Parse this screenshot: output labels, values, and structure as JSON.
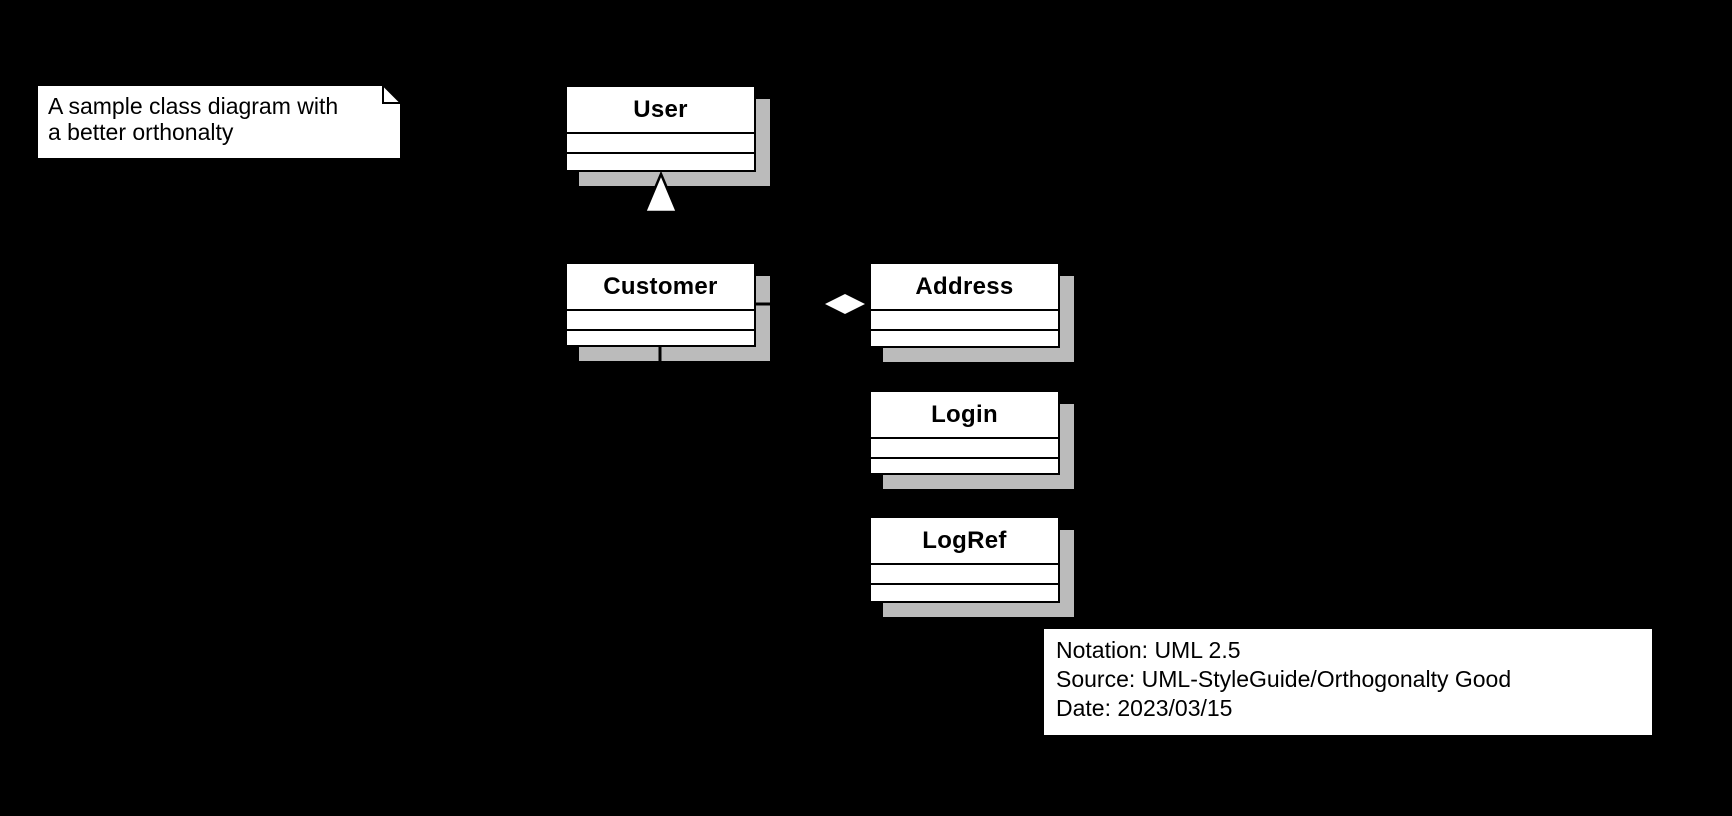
{
  "diagram": {
    "type": "uml-class-diagram",
    "note": {
      "line1": "A sample class diagram with",
      "line2": "a better orthonalty"
    },
    "classes": [
      {
        "name": "User"
      },
      {
        "name": "Customer"
      },
      {
        "name": "Address"
      },
      {
        "name": "Login"
      },
      {
        "name": "LogRef"
      }
    ],
    "relationships": [
      {
        "type": "generalization",
        "from": "Customer",
        "to": "User",
        "marker": "hollow-triangle"
      },
      {
        "type": "aggregation",
        "from": "Customer",
        "to": "Address",
        "marker": "hollow-diamond"
      },
      {
        "type": "association",
        "from": "Customer",
        "to": "Login"
      },
      {
        "type": "association",
        "from": "Customer",
        "to": "LogRef"
      }
    ],
    "legend": {
      "line1": "Notation: UML 2.5",
      "line2": "Source: UML-StyleGuide/Orthogonalty Good",
      "line3": "Date: 2023/03/15"
    },
    "colors": {
      "background": "#000000",
      "class_fill": "#FFFFFF",
      "border": "#000000",
      "shadow": "#BBBBBB",
      "text": "#000000"
    }
  }
}
